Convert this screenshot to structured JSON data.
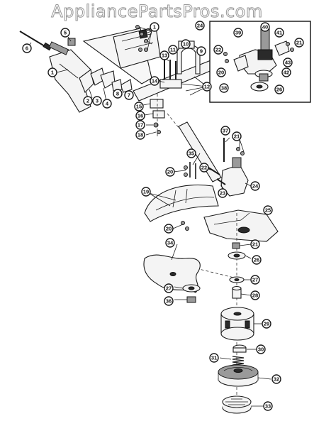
{
  "watermark": "AppliancePartsPros.com",
  "callouts": [
    {
      "id": "c1a",
      "label": "1"
    },
    {
      "id": "c1b",
      "label": "1"
    },
    {
      "id": "c2",
      "label": "2"
    },
    {
      "id": "c3",
      "label": "3"
    },
    {
      "id": "c4",
      "label": "4"
    },
    {
      "id": "c5",
      "label": "5"
    },
    {
      "id": "c6",
      "label": "6"
    },
    {
      "id": "c7",
      "label": "7"
    },
    {
      "id": "c8",
      "label": "8"
    },
    {
      "id": "c9",
      "label": "9"
    },
    {
      "id": "c10",
      "label": "10"
    },
    {
      "id": "c11",
      "label": "11"
    },
    {
      "id": "c12",
      "label": "12"
    },
    {
      "id": "c13",
      "label": "13"
    },
    {
      "id": "c14",
      "label": "14"
    },
    {
      "id": "c15",
      "label": "15"
    },
    {
      "id": "c16",
      "label": "16"
    },
    {
      "id": "c17",
      "label": "17"
    },
    {
      "id": "c18",
      "label": "18"
    },
    {
      "id": "c19",
      "label": "19"
    },
    {
      "id": "c20a",
      "label": "20"
    },
    {
      "id": "c20b",
      "label": "20"
    },
    {
      "id": "c21a",
      "label": "21"
    },
    {
      "id": "c21b",
      "label": "21"
    },
    {
      "id": "c22",
      "label": "22"
    },
    {
      "id": "c23",
      "label": "23"
    },
    {
      "id": "c24a",
      "label": "24"
    },
    {
      "id": "c24b",
      "label": "24"
    },
    {
      "id": "c25",
      "label": "25"
    },
    {
      "id": "c26",
      "label": "26"
    },
    {
      "id": "c27a",
      "label": "27"
    },
    {
      "id": "c27b",
      "label": "27"
    },
    {
      "id": "c28",
      "label": "28"
    },
    {
      "id": "c29",
      "label": "29"
    },
    {
      "id": "c30",
      "label": "30"
    },
    {
      "id": "c31",
      "label": "31"
    },
    {
      "id": "c32",
      "label": "32"
    },
    {
      "id": "c33",
      "label": "33"
    },
    {
      "id": "c34",
      "label": "34"
    },
    {
      "id": "c35",
      "label": "35"
    },
    {
      "id": "c36",
      "label": "36"
    },
    {
      "id": "c37",
      "label": "37"
    },
    {
      "id": "i20",
      "label": "20"
    },
    {
      "id": "i21",
      "label": "21"
    },
    {
      "id": "i22",
      "label": "22"
    },
    {
      "id": "i26",
      "label": "26"
    },
    {
      "id": "i38",
      "label": "38"
    },
    {
      "id": "i39",
      "label": "39"
    },
    {
      "id": "i40",
      "label": "40"
    },
    {
      "id": "i41",
      "label": "41"
    },
    {
      "id": "i42",
      "label": "42"
    },
    {
      "id": "i43",
      "label": "43"
    }
  ]
}
